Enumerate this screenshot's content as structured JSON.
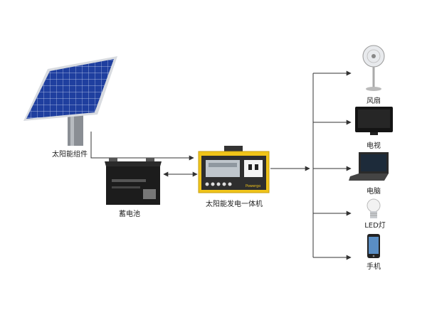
{
  "source": {
    "label": "太阳能组件"
  },
  "battery": {
    "label": "蓄电池"
  },
  "controller": {
    "label": "太阳能发电一体机",
    "brand": "Powergo"
  },
  "loads": [
    {
      "label": "风扇",
      "icon": "fan-icon"
    },
    {
      "label": "电视",
      "icon": "tv-icon"
    },
    {
      "label": "电脑",
      "icon": "laptop-icon"
    },
    {
      "label": "LED灯",
      "icon": "led-bulb-icon"
    },
    {
      "label": "手机",
      "icon": "phone-icon"
    }
  ],
  "colors": {
    "line": "#333333",
    "panel_cell": "#1f3f9f",
    "controller_body": "#f0c419",
    "battery_body": "#1c1c1c"
  }
}
